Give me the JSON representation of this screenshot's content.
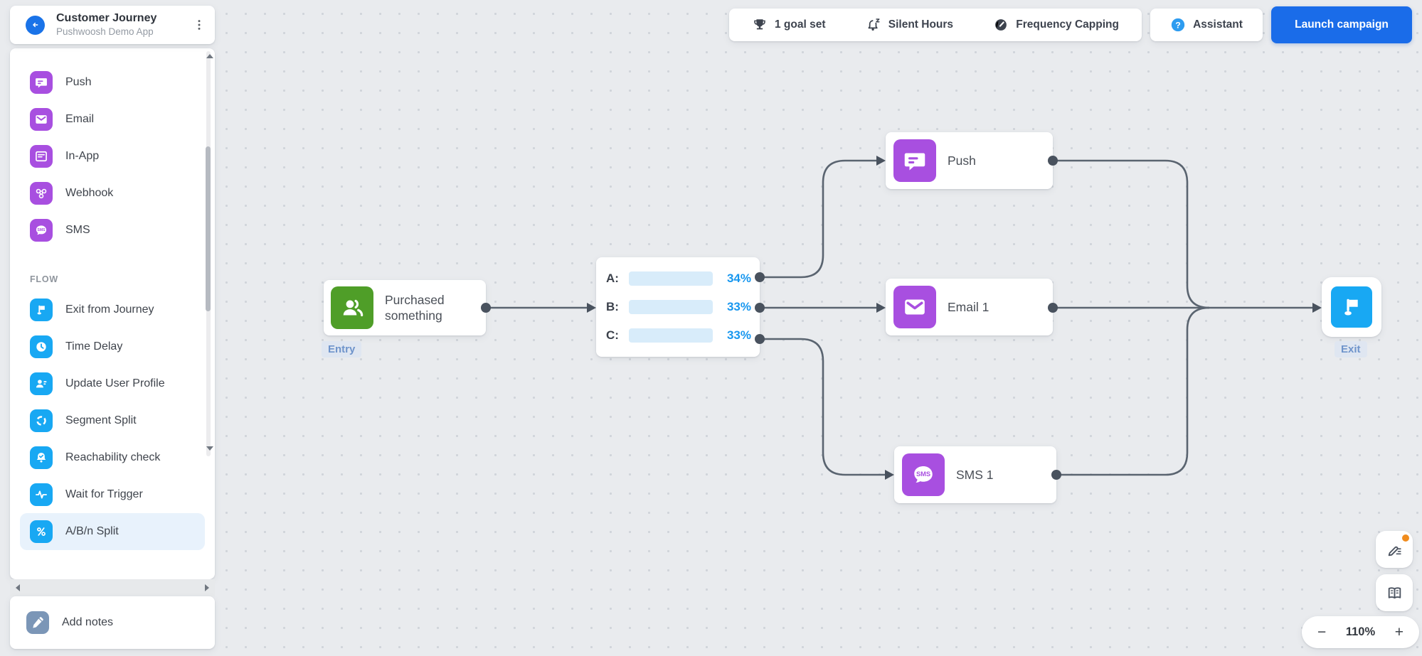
{
  "header": {
    "title": "Customer Journey",
    "subtitle": "Pushwoosh Demo App"
  },
  "sidebar": {
    "channels": [
      {
        "label": "Push"
      },
      {
        "label": "Email"
      },
      {
        "label": "In-App"
      },
      {
        "label": "Webhook"
      },
      {
        "label": "SMS"
      }
    ],
    "flow_section_label": "FLOW",
    "flow_items": [
      {
        "label": "Exit from Journey"
      },
      {
        "label": "Time Delay"
      },
      {
        "label": "Update User Profile"
      },
      {
        "label": "Segment Split"
      },
      {
        "label": "Reachability check"
      },
      {
        "label": "Wait for Trigger"
      },
      {
        "label": "A/B/n Split"
      }
    ],
    "add_notes_label": "Add notes"
  },
  "toolbar": {
    "goal_label": "1 goal set",
    "silent_hours_label": "Silent Hours",
    "frequency_capping_label": "Frequency Capping",
    "assistant_label": "Assistant",
    "launch_label": "Launch campaign"
  },
  "canvas": {
    "entry": {
      "title": "Purchased something",
      "badge": "Entry"
    },
    "split": {
      "rows": [
        {
          "label": "A:",
          "percent": "34%",
          "value": 34
        },
        {
          "label": "B:",
          "percent": "33%",
          "value": 33
        },
        {
          "label": "C:",
          "percent": "33%",
          "value": 33
        }
      ]
    },
    "push_node": {
      "title": "Push"
    },
    "email_node": {
      "title": "Email 1"
    },
    "sms_node": {
      "title": "SMS 1"
    },
    "exit": {
      "badge": "Exit"
    }
  },
  "zoom_controls": {
    "minus": "−",
    "level": "110%",
    "plus": "+"
  },
  "colors": {
    "purple": "#a84fe0",
    "blue": "#18a8f3",
    "green": "#4f9e28",
    "primary": "#1a6ce9",
    "connector": "#5a6470",
    "bar_fill": "#1a9bf2",
    "notification": "#f08c1e"
  }
}
